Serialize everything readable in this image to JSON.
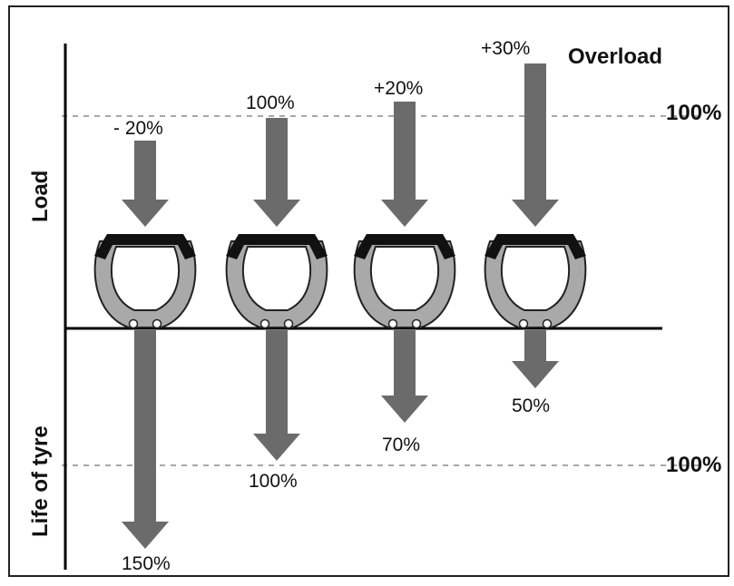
{
  "axes": {
    "load_label": "Load",
    "life_label": "Life of tyre",
    "ref_top": "100%",
    "ref_bottom": "100%"
  },
  "overload_label": "Overload",
  "tyres": [
    {
      "load": "- 20%",
      "life": "150%"
    },
    {
      "load": "100%",
      "life": "100%"
    },
    {
      "load": "+20%",
      "life": "70%"
    },
    {
      "load": "+30%",
      "life": "50%"
    }
  ],
  "colors": {
    "arrow": "#6b6b6b",
    "tread": "#111111",
    "carcass": "#a9a9a9",
    "line": "#000000",
    "dashed": "#8a8a8a"
  }
}
